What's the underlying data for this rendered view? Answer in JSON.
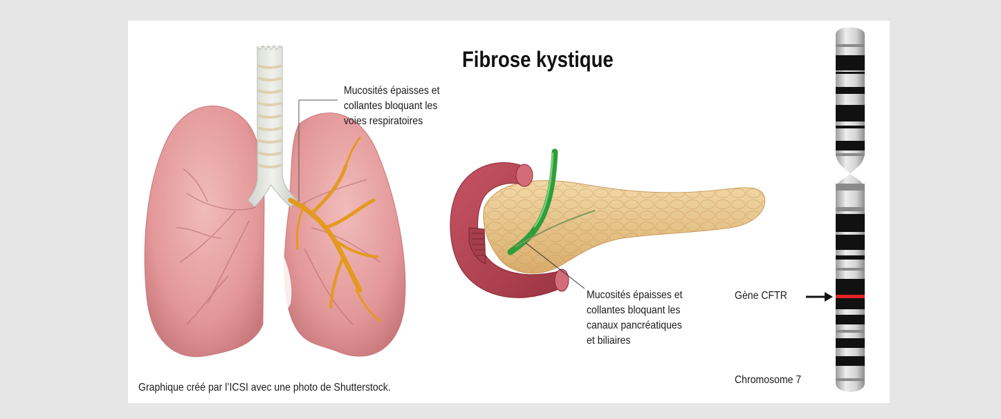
{
  "title": "Fibrose kystique",
  "lung_callout": {
    "lines": [
      "Mucosités épaisses et",
      "collantes bloquant les",
      "voies respiratoires"
    ]
  },
  "pancreas_callout": {
    "lines": [
      "Mucosités épaisses et",
      "collantes bloquant les",
      "canaux pancréatiques",
      "et biliaires"
    ]
  },
  "gene_label": "Gène CFTR",
  "chromosome_label": "Chromosome 7",
  "credit": "Graphique créé par l’ICSI avec une photo de Shutterstock.",
  "colors": {
    "background": "#e6e6e6",
    "panel": "#ffffff",
    "lung": "#e59a9b",
    "mucus": "#e39a1e",
    "pancreas": "#e8c792",
    "duct": "#2f9e3a",
    "chromosome_band": "#111111",
    "gene_marker": "#e2232a"
  }
}
